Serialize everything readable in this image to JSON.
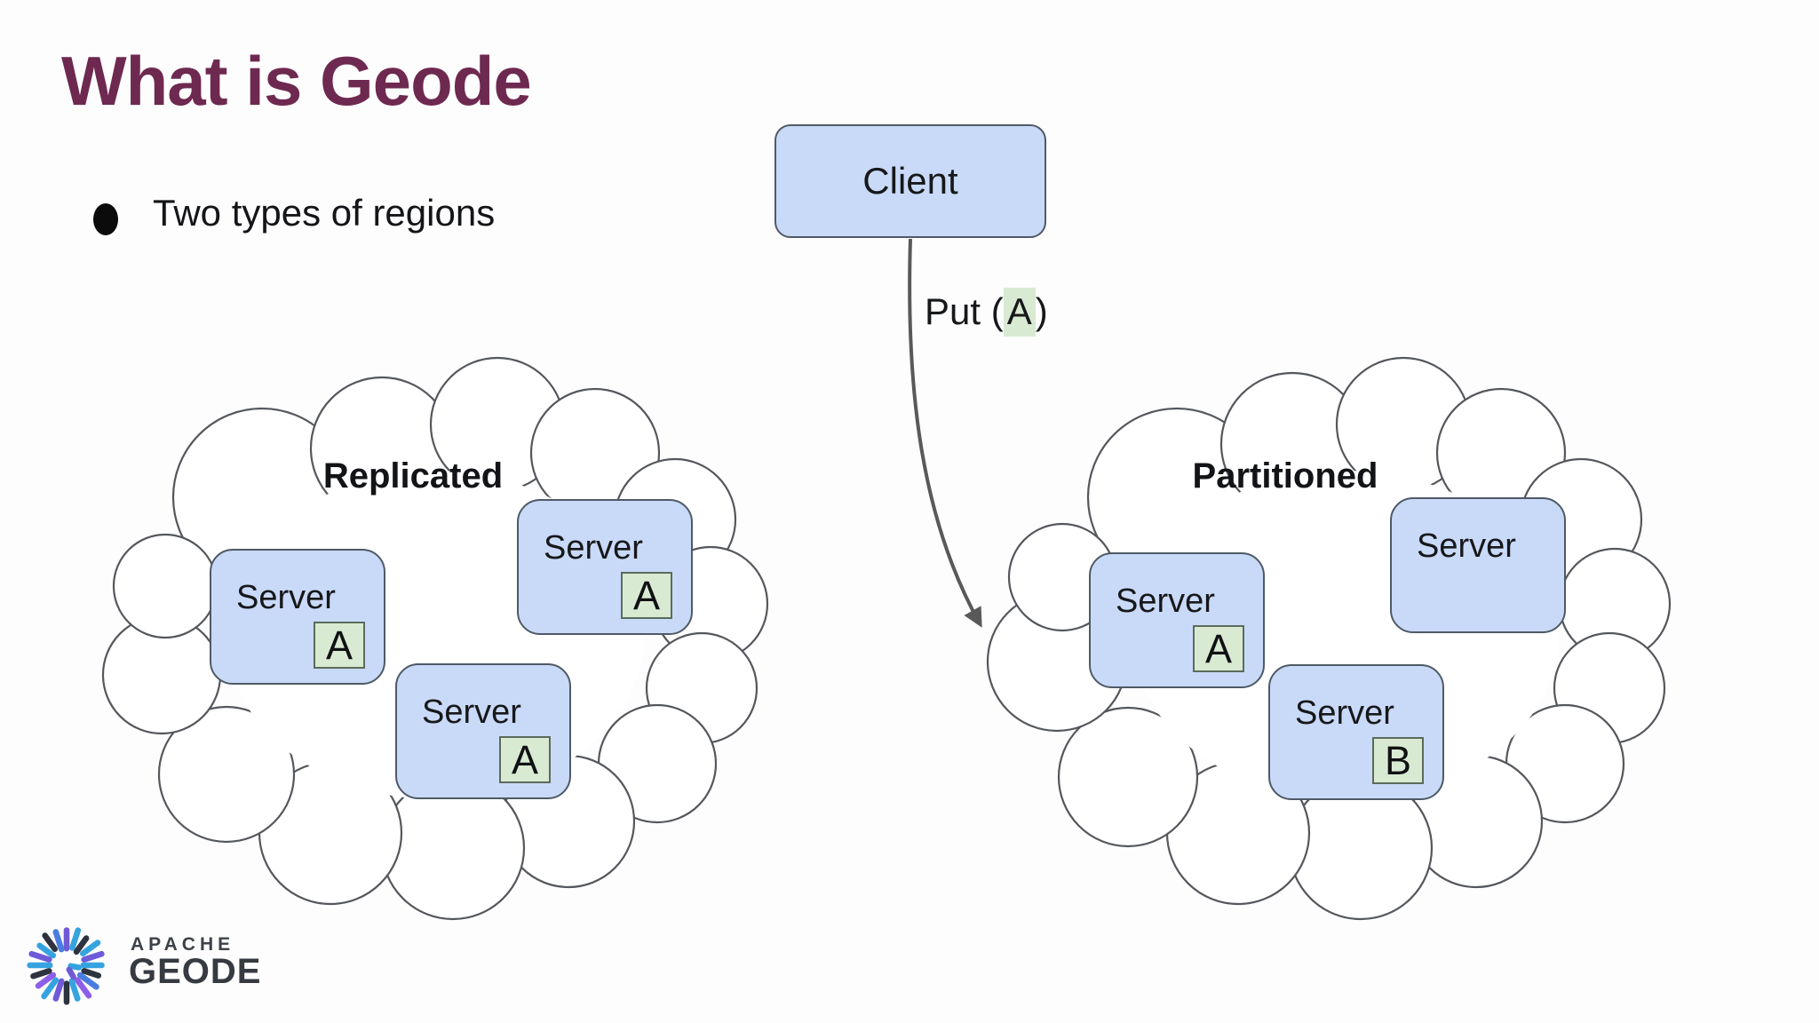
{
  "slide": {
    "title": "What is Geode",
    "bullet": "Two types of regions"
  },
  "client": {
    "label": "Client"
  },
  "put_label": {
    "prefix": "Put (",
    "key": "A",
    "suffix": ")"
  },
  "regions": {
    "replicated": {
      "label": "Replicated",
      "servers": [
        {
          "label": "Server",
          "data": "A"
        },
        {
          "label": "Server",
          "data": "A"
        },
        {
          "label": "Server",
          "data": "A"
        }
      ]
    },
    "partitioned": {
      "label": "Partitioned",
      "servers": [
        {
          "label": "Server",
          "data": "A"
        },
        {
          "label": "Server",
          "data": ""
        },
        {
          "label": "Server",
          "data": "B"
        }
      ]
    }
  },
  "logo": {
    "brand": "APACHE",
    "product": "GEODE"
  },
  "colors": {
    "title": "#6e2950",
    "text": "#17181a",
    "node_fill": "#c9daf8",
    "node_border": "#4f5a66",
    "chip_fill": "#d9ead3",
    "chip_border": "#5c6b5a",
    "cloud_stroke": "#54575c",
    "arrow": "#595959",
    "put_key_highlight": "#d9ead3",
    "logo_text": "#3d4248",
    "logo_blue": "#35a3e0",
    "logo_royal": "#4a7de0",
    "logo_purple": "#6f5bd8",
    "logo_violet": "#8d5fe8",
    "logo_dark": "#2e3340"
  }
}
